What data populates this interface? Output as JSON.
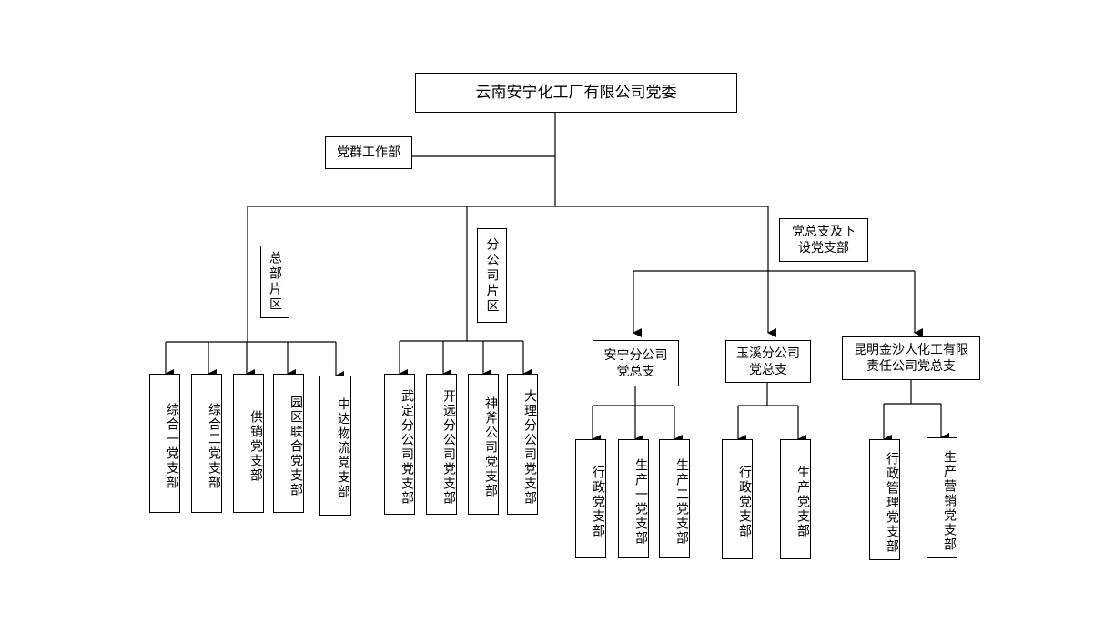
{
  "root": "云南安宁化工厂有限公司党委",
  "side_office": "党群工作部",
  "branch_labels": {
    "hq": "总部片区",
    "sub": "分公司片区",
    "general": "党总支及下\n设党支部"
  },
  "hq_branches": [
    "综合一党支部",
    "综合二党支部",
    "供销党支部",
    "园区联合党支部",
    "中达物流党支部"
  ],
  "sub_branches": [
    "武定分公司党支部",
    "开远分公司党支部",
    "神斧公司党支部",
    "大理分公司党支部"
  ],
  "general_branches": [
    {
      "name": "安宁分公司\n党总支",
      "children": [
        "行政党支部",
        "生产一党支部",
        "生产二党支部"
      ]
    },
    {
      "name": "玉溪分公司\n党总支",
      "children": [
        "行政党支部",
        "生产党支部"
      ]
    },
    {
      "name": "昆明金沙人化工有限\n责任公司党总支",
      "children": [
        "行政管理党支部",
        "生产营销党支部"
      ]
    }
  ]
}
